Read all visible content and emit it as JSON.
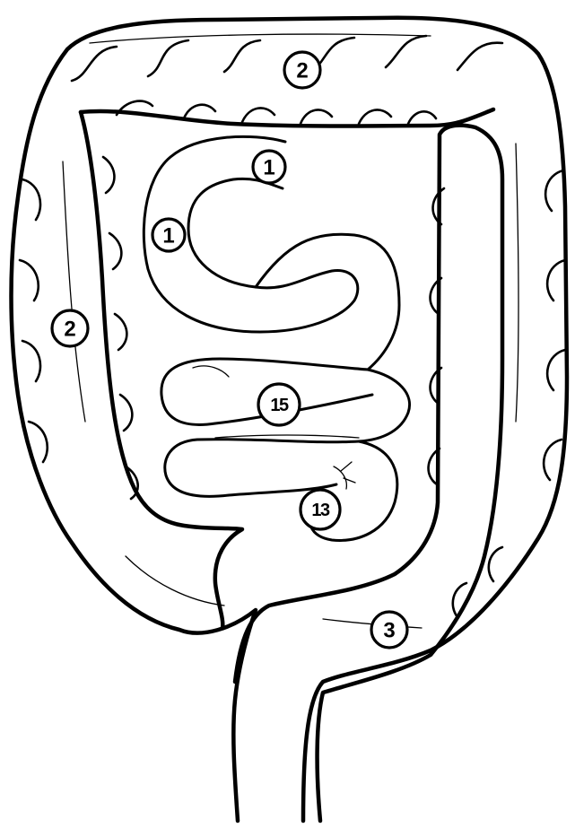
{
  "labels": {
    "transverse_colon": "2",
    "ascending_colon": "2",
    "duodenum_upper": "1",
    "duodenum_lower": "1",
    "ileum": "15",
    "ileocecal": "13",
    "sigmoid": "3"
  },
  "colors": {
    "line": "#000000",
    "background": "#ffffff"
  }
}
